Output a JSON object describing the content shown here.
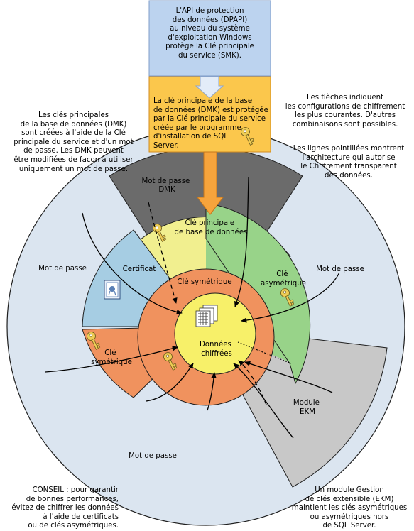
{
  "boxes": {
    "dpapi": [
      "L'API de protection",
      "des données (DPAPI)",
      "au niveau du système",
      "d'exploitation Windows",
      "protège la Clé principale",
      "du service (SMK)."
    ],
    "smk": [
      "La clé principale de la base",
      "de données (DMK) est protégée",
      "par la Clé principale du service",
      "créée par le programme",
      "d'installation de SQL",
      "Server."
    ]
  },
  "notes": {
    "top_left": [
      "Les clés principales",
      "de la base de données (DMK)",
      "sont créées à l'aide de la Clé",
      "principale du service et d'un mot",
      "de passe. Les DMK peuvent",
      "être modifiées de façon à utiliser",
      "uniquement un mot de passe."
    ],
    "top_right_1": [
      "Les flèches indiquent",
      "les configurations de chiffrement",
      "les plus courantes. D'autres",
      "combinaisons sont possibles."
    ],
    "top_right_2": [
      "Les lignes pointillées montrent",
      "l'architecture qui autorise",
      "le Chiffrement transparent",
      "des données."
    ],
    "bottom_left": [
      "CONSEIL : pour garantir",
      "de bonnes performances,",
      "évitez de chiffrer les données",
      "à l'aide de certificats",
      "ou de clés asymétriques."
    ],
    "bottom_right": [
      "Un module Gestion",
      "de clés extensible (EKM)",
      "maintient les clés asymétriques",
      "ou asymétriques hors",
      "de SQL Server."
    ]
  },
  "labels": {
    "dmk_password": [
      "Mot de passe",
      "DMK"
    ],
    "db_master_key": [
      "Clé principale",
      "de base de données"
    ],
    "certificate": "Certificat",
    "symmetric_key_center": "Clé symétrique",
    "asymmetric_key": [
      "Clé",
      "asymétrique"
    ],
    "symmetric_key_left": [
      "Clé",
      "symétrique"
    ],
    "password_left": "Mot de passe",
    "password_right": "Mot de passe",
    "password_bottom": "Mot de passe",
    "ekm_module": [
      "Module",
      "EKM"
    ],
    "encrypted_data": [
      "Données",
      "chiffrées"
    ]
  },
  "colors": {
    "outer_ring": "#dbe5f0",
    "dmk_wedge": "#6b6b6b",
    "ekm_wedge": "#c8c8c8",
    "db_master_key_band": "#f1ef8f",
    "certificate_band": "#a6cde3",
    "asymmetric_band": "#98d389",
    "symmetric_band": "#f0925e",
    "center": "#f7f069",
    "dpapi_box": "#bcd3ef",
    "smk_box": "#fbc74c",
    "big_arrow": "#f6a43c",
    "key": "#efcd55"
  },
  "icons": [
    "key-icon",
    "certificate-icon",
    "encrypted-data-icon",
    "down-arrow"
  ]
}
